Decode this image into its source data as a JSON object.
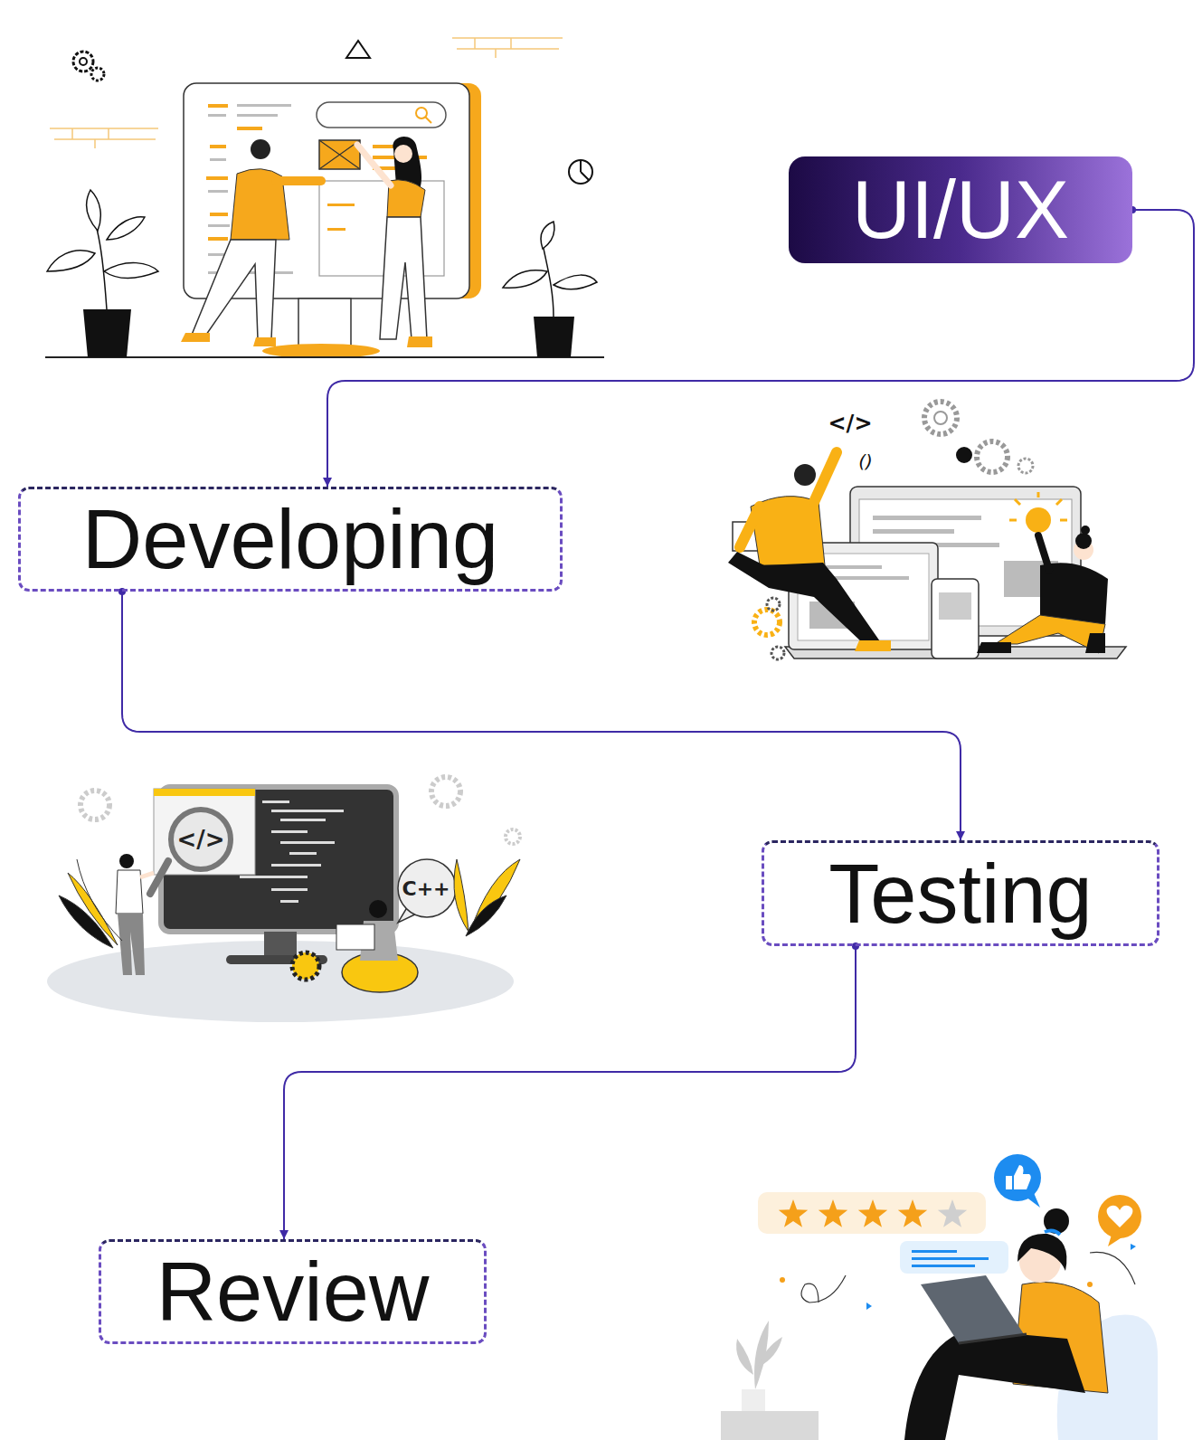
{
  "diagram": {
    "nodes": [
      {
        "text": [
          "UI/UX"
        ]
      },
      {
        "text": [
          "Developing"
        ]
      },
      {
        "text": [
          "Testing"
        ]
      },
      {
        "text": [
          "Review"
        ]
      }
    ],
    "edges": [
      {
        "from": 0,
        "to": 1,
        "arrow": "to"
      },
      {
        "from": 1,
        "to": 2,
        "arrow": "to"
      },
      {
        "from": 2,
        "to": 3,
        "arrow": "to"
      }
    ],
    "labels": [
      "</>",
      "()",
      "</>",
      "C++"
    ]
  }
}
